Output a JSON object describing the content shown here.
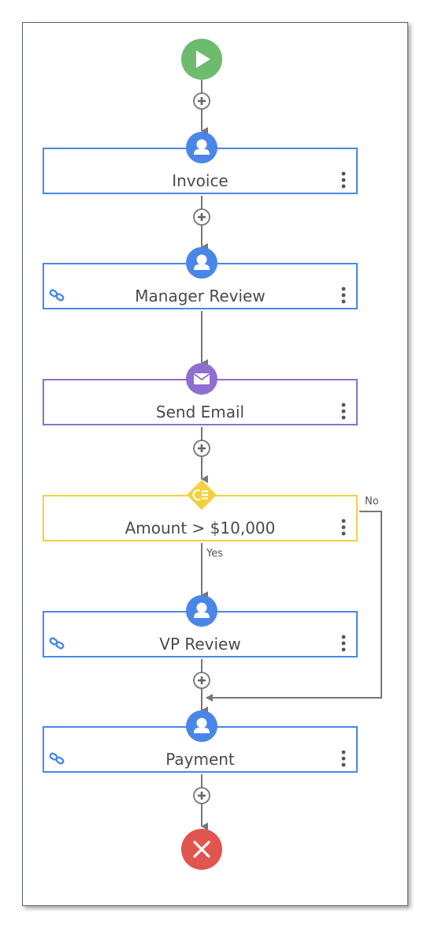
{
  "colors": {
    "task_blue": "#4a86e8",
    "email_purple": "#8e6ed0",
    "condition_yellow": "#f4d03f",
    "start_green": "#6dbb6d",
    "end_red": "#e0554d",
    "connector_gray": "#777777"
  },
  "start": {
    "icon": "play-icon"
  },
  "end": {
    "icon": "close-icon"
  },
  "nodes": [
    {
      "label": "Invoice",
      "type": "user-task",
      "icon": "user-icon",
      "linked": false
    },
    {
      "label": "Manager Review",
      "type": "user-task",
      "icon": "user-icon",
      "linked": true
    },
    {
      "label": "Send Email",
      "type": "email-task",
      "icon": "mail-icon",
      "linked": false
    },
    {
      "label": "Amount > $10,000",
      "type": "condition",
      "icon": "condition-icon",
      "linked": false
    },
    {
      "label": "VP Review",
      "type": "user-task",
      "icon": "user-icon",
      "linked": true
    },
    {
      "label": "Payment",
      "type": "user-task",
      "icon": "user-icon",
      "linked": true
    }
  ],
  "branches": {
    "yes_label": "Yes",
    "no_label": "No"
  }
}
